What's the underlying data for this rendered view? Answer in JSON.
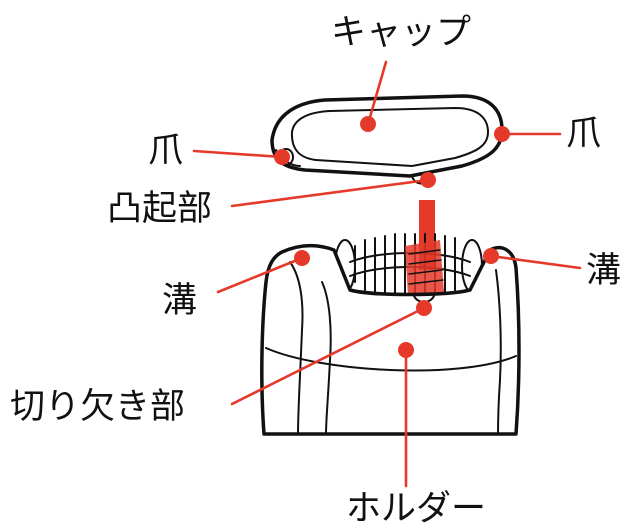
{
  "colors": {
    "accent": "#e53a2a",
    "outline": "#111111",
    "background": "#ffffff"
  },
  "labels": {
    "cap": "キャップ",
    "claw_left": "爪",
    "claw_right": "爪",
    "protrusion": "凸起部",
    "groove_left": "溝",
    "groove_right": "溝",
    "notch": "切り欠き部",
    "holder": "ホルダー"
  }
}
